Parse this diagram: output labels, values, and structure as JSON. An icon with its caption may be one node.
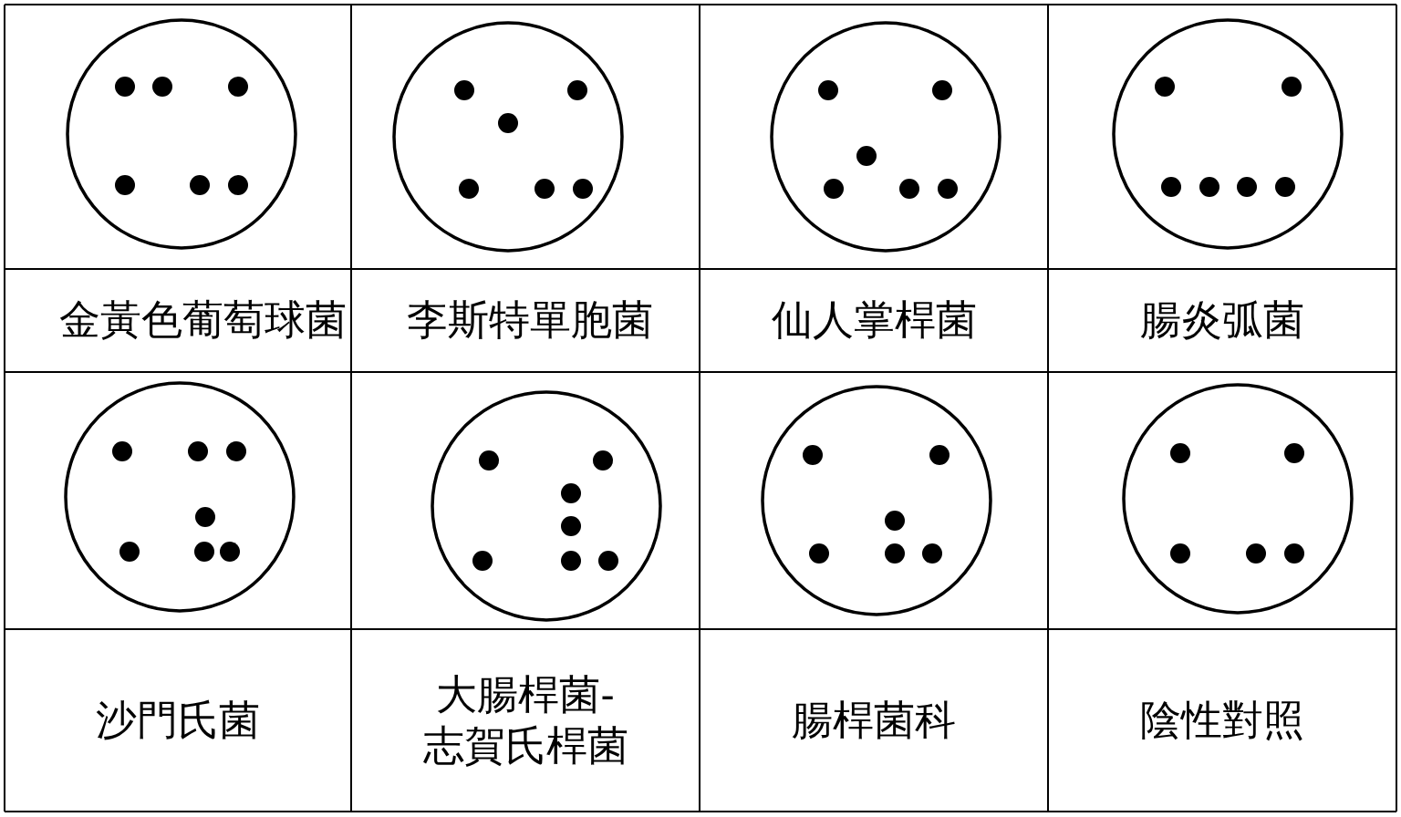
{
  "diagram": {
    "labels": [
      "金黃色葡萄球菌",
      "李斯特單胞菌",
      "仙人掌桿菌",
      "腸炎弧菌",
      "沙門氏菌",
      "大腸桿菌-志賀氏桿菌",
      "腸桿菌科",
      "陰性對照"
    ]
  }
}
